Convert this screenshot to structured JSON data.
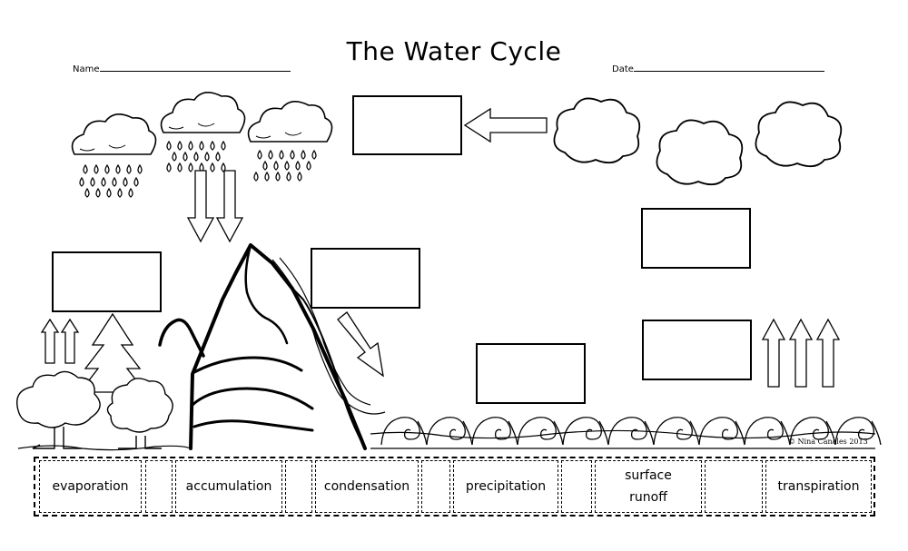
{
  "title": "The Water Cycle",
  "name_label": "Name",
  "date_label": "Date",
  "copyright": "© Nina Canales 2013",
  "word_bank": [
    {
      "text": "evaporation"
    },
    {
      "text": "accumulation"
    },
    {
      "text": "condensation"
    },
    {
      "text": "precipitation"
    },
    {
      "line1": "surface",
      "line2": "runoff"
    },
    {
      "text": "transpiration"
    }
  ]
}
